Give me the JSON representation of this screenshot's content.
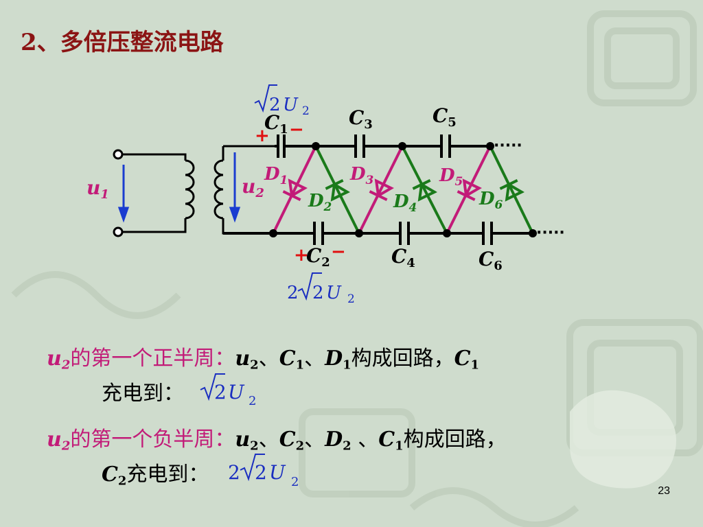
{
  "slide": {
    "title": "2、多倍压整流电路",
    "page_number": "23"
  },
  "circuit": {
    "input_label_base": "u",
    "input_label_sub": "1",
    "secondary_label_base": "u",
    "secondary_label_sub": "2",
    "capacitors": [
      {
        "base": "C",
        "sub": "1"
      },
      {
        "base": "C",
        "sub": "2"
      },
      {
        "base": "C",
        "sub": "3"
      },
      {
        "base": "C",
        "sub": "4"
      },
      {
        "base": "C",
        "sub": "5"
      },
      {
        "base": "C",
        "sub": "6"
      }
    ],
    "diodes": [
      {
        "base": "D",
        "sub": "1"
      },
      {
        "base": "D",
        "sub": "2"
      },
      {
        "base": "D",
        "sub": "3"
      },
      {
        "base": "D",
        "sub": "4"
      },
      {
        "base": "D",
        "sub": "5"
      },
      {
        "base": "D",
        "sub": "6"
      }
    ],
    "plus_sign": "+",
    "minus_sign": "−",
    "c1_voltage": {
      "coef": "",
      "radicand": "2",
      "var": "U",
      "sub": "2"
    },
    "c2_voltage": {
      "coef": "2",
      "radicand": "2",
      "var": "U",
      "sub": "2"
    },
    "continuation_dots": "·····"
  },
  "text": {
    "pos_half": {
      "u_base": "u",
      "u_sub": "2",
      "phrase": "的第一个正半周：",
      "sep": "、",
      "c_base": "C",
      "c_sub": "1",
      "d_base": "D",
      "d_sub": "1",
      "mid": "构成回路，",
      "tail_c_base": "C",
      "tail_c_sub": "1",
      "charge": "充电到：",
      "formula": {
        "coef": "",
        "radicand": "2",
        "var": "U",
        "sub": "2"
      }
    },
    "neg_half": {
      "u_base": "u",
      "u_sub": "2",
      "phrase": "的第一个负半周：",
      "sep": "、",
      "c_base": "C",
      "c_sub": "2",
      "d_base": "D",
      "d_sub": "2",
      "sep2": " 、",
      "c1_base": "C",
      "c1_sub": "1",
      "mid": "构成回路，",
      "tail_c_base": "C",
      "tail_c_sub": "2",
      "charge": "充电到：",
      "formula": {
        "coef": "2",
        "radicand": "2",
        "var": "U",
        "sub": "2"
      }
    }
  },
  "colors": {
    "title": "#8b1414",
    "magenta": "#c21b78",
    "green": "#1a7a1a",
    "blue_arrow": "#1a3cd0",
    "formula_blue": "#1a2ec0",
    "plus_red": "#e01010",
    "background": "#cfdccd"
  }
}
